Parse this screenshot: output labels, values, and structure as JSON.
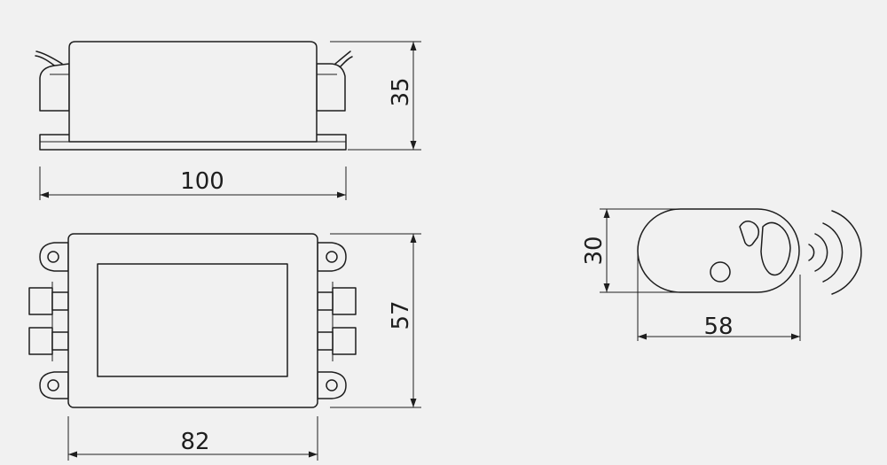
{
  "dimensions": {
    "receiver_height": "35",
    "receiver_length": "100",
    "receiver_depth": "57",
    "receiver_body_length": "82",
    "remote_height": "30",
    "remote_length": "58"
  },
  "colors": {
    "background": "#f1f1f1",
    "line": "#1e1e1e"
  }
}
